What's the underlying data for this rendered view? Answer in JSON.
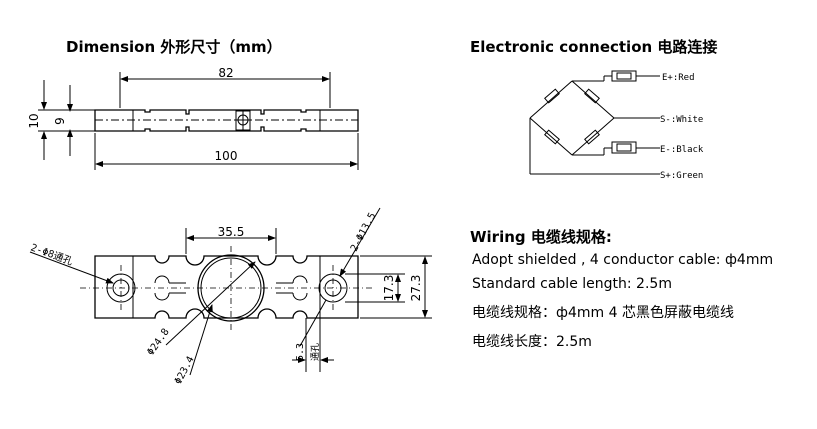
{
  "titles": {
    "dimension": "Dimension 外形尺寸（mm）",
    "connection": "Electronic connection 电路连接",
    "wiring": "Wiring 电缆线规格:"
  },
  "dimensions": {
    "top_length": "82",
    "bottom_length": "100",
    "height_outer": "10",
    "height_inner": "9",
    "hole_spacing": "35.5",
    "hole_dia_small": "2-Φ8通孔",
    "hole_dia_large": "2-Φ13.5",
    "center_dia_1": "Φ24.8",
    "center_dia_2": "Φ23.4",
    "offset": "5.3",
    "offset_note": "通孔",
    "width_inner": "17.3",
    "width_outer": "27.3"
  },
  "connection": {
    "wires": [
      "E+:Red",
      "S-:White",
      "E-:Black",
      "S+:Green"
    ]
  },
  "wiring": {
    "line1": "Adopt shielded , 4 conductor cable: ф4mm",
    "line2": "Standard cable length: 2.5m",
    "line3": "电缆线规格：ф4mm  4 芯黑色屏蔽电缆线",
    "line4": "电缆线长度：2.5m"
  }
}
